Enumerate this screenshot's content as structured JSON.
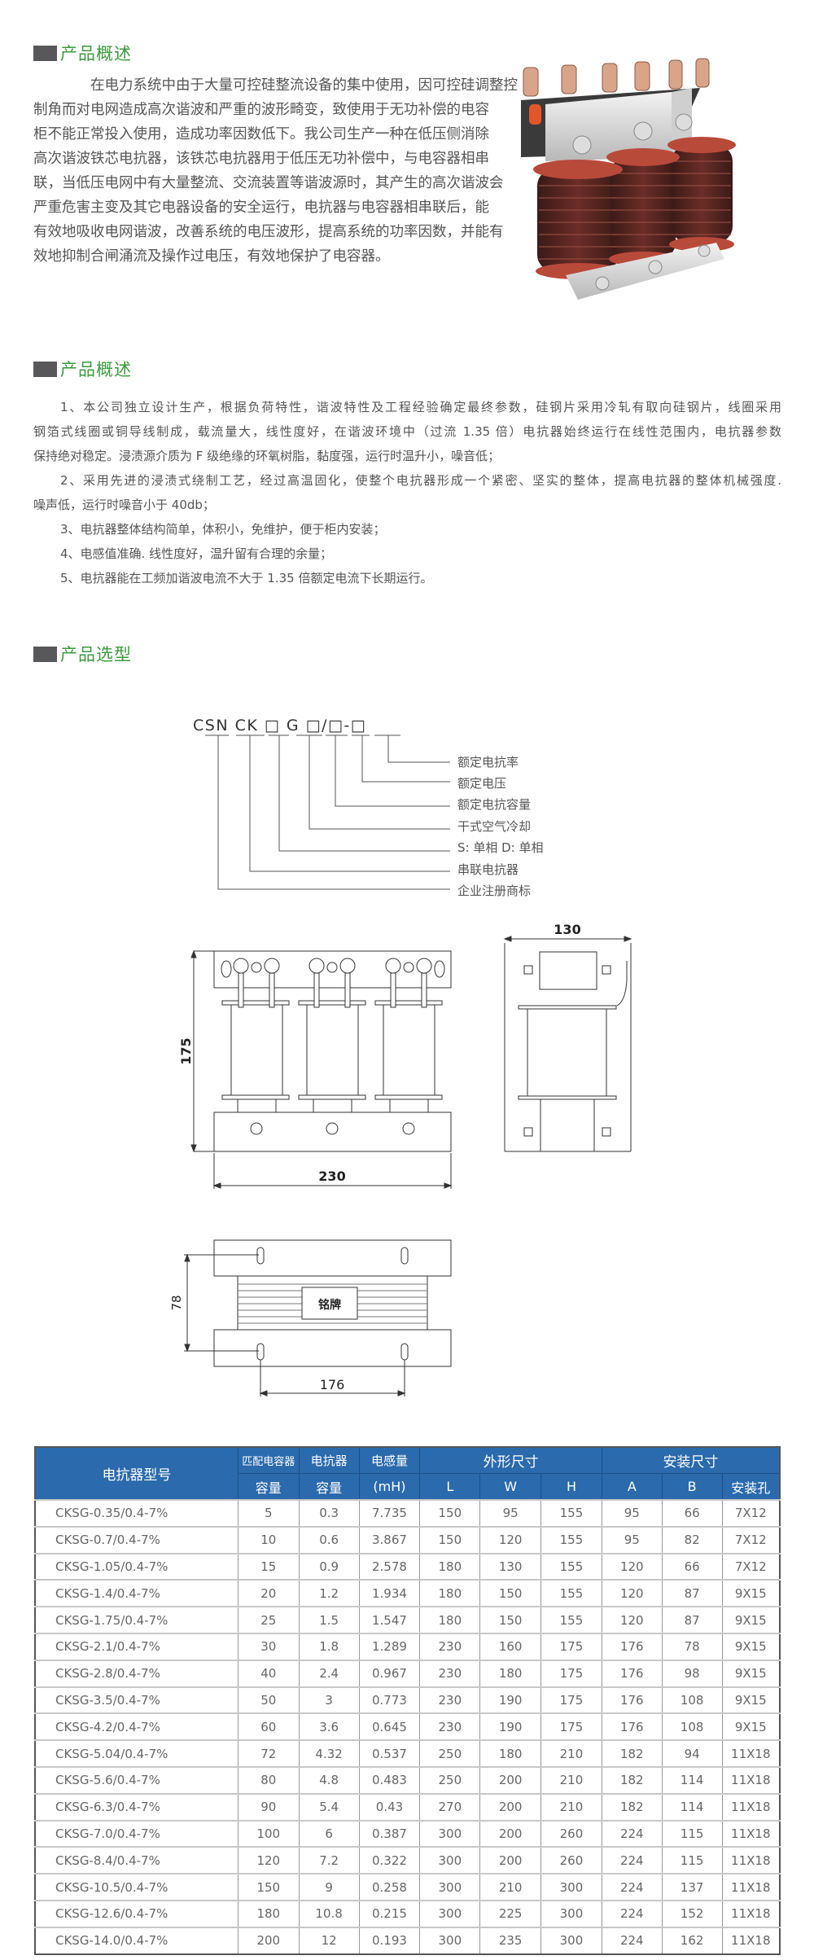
{
  "sections": {
    "overview1_title": "产品概述",
    "overview2_title": "产品概述",
    "selection_title": "产品选型"
  },
  "overview1_lines": [
    "在电力系统中由于大量可控硅整流设备的集中使用，因可控硅调整控",
    "制角而对电网造成高次谐波和严重的波形畸变，致使用于无功补偿的电容",
    "柜不能正常投入使用，造成功率因数低下。我公司生产一种在低压侧消除",
    "高次谐波铁芯电抗器，该铁芯电抗器用于低压无功补偿中，与电容器相串",
    "联，当低压电网中有大量整流、交流装置等谐波源时，其产生的高次谐波会",
    "严重危害主变及其它电器设备的安全运行，电抗器与电容器相串联后，能",
    "有效地吸收电网谐波，改善系统的电压波形，提高系统的功率因数，并能有",
    "效地抑制合闸涌流及操作过电压，有效地保护了电容器。"
  ],
  "overview2_lines": [
    "1、本公司独立设计生产，根据负荷特性，谐波特性及工程经验确定最终参数，硅钢片采用冷轧有取向硅钢片，线圈采用",
    "钢箔式线圈或铜导线制成，载流量大，线性度好，在谐波环境中（过流 1.35 倍）电抗器始终运行在线性范围内，电抗器参数",
    "保持绝对稳定。浸渍源介质为 F 级绝缘的环氧树脂，黏度强，运行时温升小，噪音低；",
    "2、采用先进的浸渍式绕制工艺，经过高温固化，使整个电抗器形成一个紧密、坚实的整体，提高电抗器的整体机械强度.",
    "噪声低，运行时噪音小于 40db；",
    "3、电抗器整体结构简单，体积小，免维护，便于柜内安装；",
    "4、电感值准确. 线性度好，温升留有合理的余量；",
    "5、电抗器能在工频加谐波电流不大于 1.35 倍额定电流下长期运行。"
  ],
  "model_code": {
    "code": "CSN CK □ G □/□-□",
    "labels": [
      "额定电抗率",
      "额定电压",
      "额定电抗容量",
      "干式空气冷却",
      "S: 单相  D: 单相",
      "串联电抗器",
      "企业注册商标"
    ]
  },
  "drawings": {
    "front_height": "175",
    "front_width": "230",
    "side_depth": "130",
    "plan_depth": "78",
    "plan_width": "176",
    "nameplate": "铭牌"
  },
  "table": {
    "header_row1": [
      "电抗器型号",
      "匹配电容器",
      "电抗器",
      "电感量",
      "外形尺寸",
      "安装尺寸"
    ],
    "header_row2": [
      "容量",
      "容量",
      "(mH)",
      "L",
      "W",
      "H",
      "A",
      "B",
      "安装孔"
    ],
    "rows": [
      [
        "CKSG-0.35/0.4-7%",
        "5",
        "0.3",
        "7.735",
        "150",
        "95",
        "155",
        "95",
        "66",
        "7X12"
      ],
      [
        "CKSG-0.7/0.4-7%",
        "10",
        "0.6",
        "3.867",
        "150",
        "120",
        "155",
        "95",
        "82",
        "7X12"
      ],
      [
        "CKSG-1.05/0.4-7%",
        "15",
        "0.9",
        "2.578",
        "180",
        "130",
        "155",
        "120",
        "66",
        "7X12"
      ],
      [
        "CKSG-1.4/0.4-7%",
        "20",
        "1.2",
        "1.934",
        "180",
        "150",
        "155",
        "120",
        "87",
        "9X15"
      ],
      [
        "CKSG-1.75/0.4-7%",
        "25",
        "1.5",
        "1.547",
        "180",
        "150",
        "155",
        "120",
        "87",
        "9X15"
      ],
      [
        "CKSG-2.1/0.4-7%",
        "30",
        "1.8",
        "1.289",
        "230",
        "160",
        "175",
        "176",
        "78",
        "9X15"
      ],
      [
        "CKSG-2.8/0.4-7%",
        "40",
        "2.4",
        "0.967",
        "230",
        "180",
        "175",
        "176",
        "98",
        "9X15"
      ],
      [
        "CKSG-3.5/0.4-7%",
        "50",
        "3",
        "0.773",
        "230",
        "190",
        "175",
        "176",
        "108",
        "9X15"
      ],
      [
        "CKSG-4.2/0.4-7%",
        "60",
        "3.6",
        "0.645",
        "230",
        "190",
        "175",
        "176",
        "108",
        "9X15"
      ],
      [
        "CKSG-5.04/0.4-7%",
        "72",
        "4.32",
        "0.537",
        "250",
        "180",
        "210",
        "182",
        "94",
        "11X18"
      ],
      [
        "CKSG-5.6/0.4-7%",
        "80",
        "4.8",
        "0.483",
        "250",
        "200",
        "210",
        "182",
        "114",
        "11X18"
      ],
      [
        "CKSG-6.3/0.4-7%",
        "90",
        "5.4",
        "0.43",
        "270",
        "200",
        "210",
        "182",
        "114",
        "11X18"
      ],
      [
        "CKSG-7.0/0.4-7%",
        "100",
        "6",
        "0.387",
        "300",
        "200",
        "260",
        "224",
        "115",
        "11X18"
      ],
      [
        "CKSG-8.4/0.4-7%",
        "120",
        "7.2",
        "0.322",
        "300",
        "200",
        "260",
        "224",
        "115",
        "11X18"
      ],
      [
        "CKSG-10.5/0.4-7%",
        "150",
        "9",
        "0.258",
        "300",
        "210",
        "300",
        "224",
        "137",
        "11X18"
      ],
      [
        "CKSG-12.6/0.4-7%",
        "180",
        "10.8",
        "0.215",
        "300",
        "225",
        "300",
        "224",
        "152",
        "11X18"
      ],
      [
        "CKSG-14.0/0.4-7%",
        "200",
        "12",
        "0.193",
        "300",
        "235",
        "300",
        "224",
        "162",
        "11X18"
      ]
    ]
  },
  "colors": {
    "accent_green": "#3a9a3c",
    "header_blue": "#2a6aad",
    "title_square": "#58585a"
  }
}
